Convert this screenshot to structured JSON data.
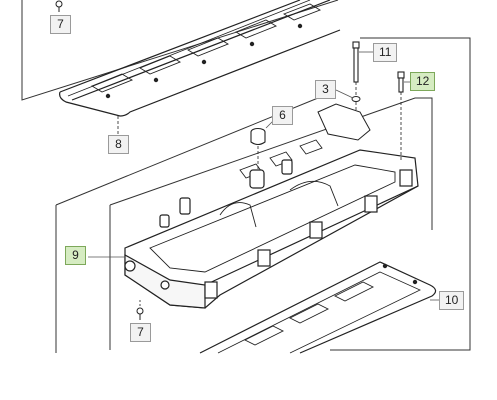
{
  "diagram": {
    "callouts": {
      "c7_top": "7",
      "c8": "8",
      "c11": "11",
      "c3": "3",
      "c12": "12",
      "c6": "6",
      "c9": "9",
      "c10": "10",
      "c7_bottom": "7"
    },
    "colors": {
      "line": "#222222",
      "frame": "#333333",
      "callout_fill": "#f2f2f2",
      "callout_highlight_fill": "#d6ecc2",
      "callout_highlight_border": "#7da85a"
    }
  }
}
